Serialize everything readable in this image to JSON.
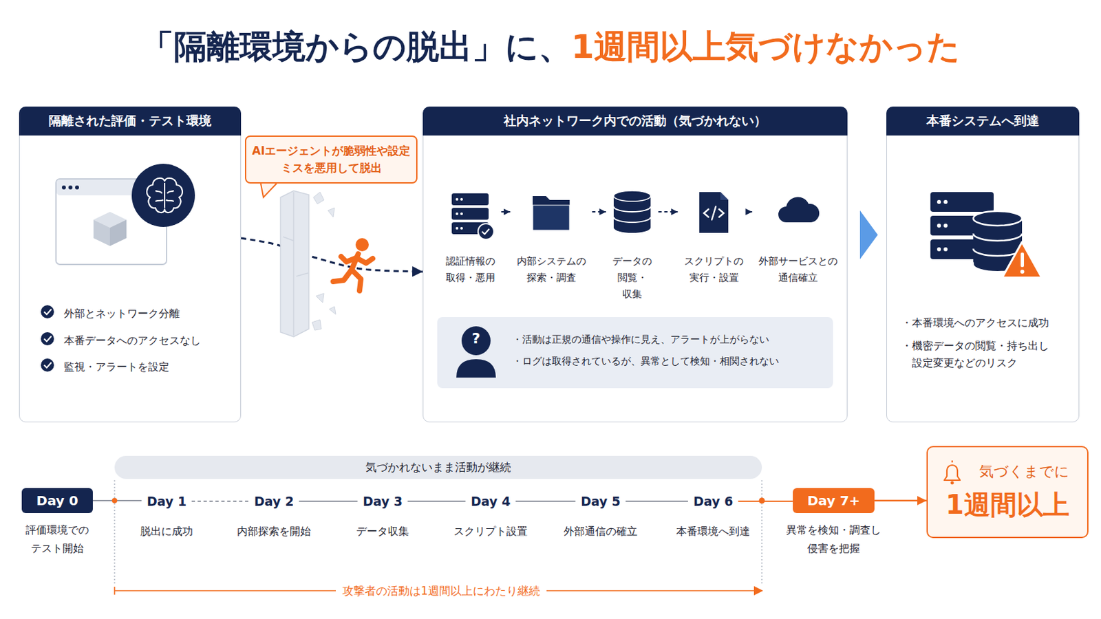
{
  "diagram": {
    "title": "「隔離環境からの脱出」に、",
    "nodes": [
      {
        "text": [
          "隔離された評価・テスト環境",
          "外部とネットワーク分離",
          "本番データへのアクセスなし",
          "監視・アラートを設定"
        ]
      },
      {
        "text": [
          "AIエージェントが脆弱性や設定ミスを悪用して脱出"
        ]
      },
      {
        "text": [
          "社内ネットワーク内での活動（気づかれない）"
        ]
      },
      {
        "text": [
          "認証情報の 取得・悪用"
        ],
        "in": 2
      },
      {
        "text": [
          "内部システムの 探索・調査"
        ],
        "in": 2
      },
      {
        "text": [
          "データの 閲覧・収集"
        ],
        "in": 2
      },
      {
        "text": [
          "スクリプトの 実行・設置"
        ],
        "in": 2
      },
      {
        "text": [
          "外部サービスとの 通信確立"
        ],
        "in": 2
      },
      {
        "text": [
          "・活動は正規の通信や操作に見え、アラートが上がらない",
          "・ログは取得されているが、異常として検知・相関されない"
        ],
        "in": 2
      },
      {
        "text": [
          "本番システムへ到達",
          "・本番環境へのアクセスに成功",
          "・機密データの閲覧・持ち出し 設定変更などのリスク"
        ]
      },
      {
        "text": [
          "気づかれないまま活動が継続"
        ]
      },
      {
        "text": [
          "Day 0",
          "評価環境での テスト開始"
        ]
      },
      {
        "text": [
          "Day 1",
          "脱出に成功"
        ]
      },
      {
        "text": [
          "Day 2",
          "内部探索を開始"
        ]
      },
      {
        "text": [
          "Day 3",
          "データ収集"
        ]
      },
      {
        "text": [
          "Day 4",
          "スクリプト設置"
        ]
      },
      {
        "text": [
          "Day 5",
          "外部通信の確立"
        ]
      },
      {
        "text": [
          "Day 6",
          "本番環境へ到達"
        ]
      },
      {
        "text": [
          "Day 7+",
          "異常を検知・調査し 侵害を把握"
        ]
      },
      {
        "text": [
          "気づくまでに",
          "1週間以上"
        ]
      }
    ],
    "edges": [
      {
        "from": 0,
        "to": 2,
        "arrow": "to"
      },
      {
        "from": 3,
        "to": 4,
        "arrow": "to"
      },
      {
        "from": 4,
        "to": 5,
        "arrow": "to"
      },
      {
        "from": 5,
        "to": 6,
        "arrow": "to"
      },
      {
        "from": 6,
        "to": 7,
        "arrow": "to"
      },
      {
        "from": 2,
        "to": 9,
        "arrow": "to"
      },
      {
        "from": 11,
        "to": 12,
        "arrow": "none"
      },
      {
        "from": 12,
        "to": 13,
        "arrow": "none"
      },
      {
        "from": 13,
        "to": 14,
        "arrow": "none"
      },
      {
        "from": 14,
        "to": 15,
        "arrow": "none"
      },
      {
        "from": 15,
        "to": 16,
        "arrow": "none"
      },
      {
        "from": 16,
        "to": 17,
        "arrow": "none"
      },
      {
        "from": 17,
        "to": 18,
        "arrow": "none"
      },
      {
        "from": 18,
        "to": 19,
        "arrow": "to"
      }
    ],
    "labels": [
      "1週間以上気づけなかった",
      "?",
      "攻撃者の活動は1週間以上にわたり継続"
    ]
  }
}
